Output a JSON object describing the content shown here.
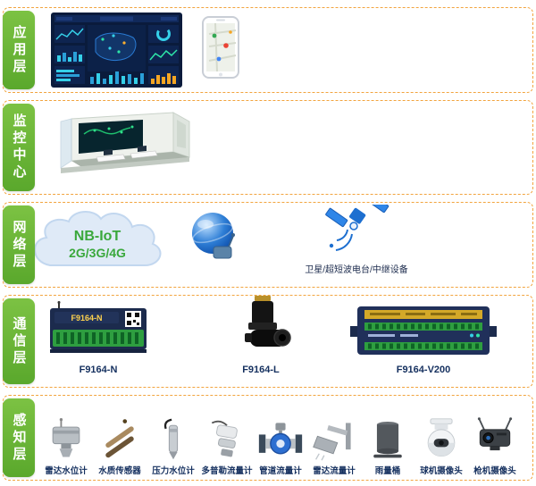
{
  "layers": [
    {
      "id": "application",
      "label": "应用层"
    },
    {
      "id": "monitoring-center",
      "label": "监控中心"
    },
    {
      "id": "network",
      "label": "网络层",
      "cloud": {
        "line1": "NB-IoT",
        "line2": "2G/3G/4G"
      },
      "satellite_caption": "卫星/超短波电台/中继设备"
    },
    {
      "id": "communication",
      "label": "通信层",
      "devices": [
        {
          "name": "F9164-N",
          "panel_text": "F9164-N"
        },
        {
          "name": "F9164-L"
        },
        {
          "name": "F9164-V200"
        }
      ]
    },
    {
      "id": "perception",
      "label": "感知层",
      "sensors": [
        "雷达水位计",
        "水质传感器",
        "压力水位计",
        "多普勒流量计",
        "管道流量计",
        "雷达流量计",
        "雨量桶",
        "球机摄像头",
        "枪机摄像头"
      ]
    }
  ],
  "colors": {
    "layer_tab_green": "#67b62f",
    "dashed_border_orange": "#f2a43e",
    "caption_navy": "#15305f",
    "cloud_text_green": "#3aa83c"
  }
}
